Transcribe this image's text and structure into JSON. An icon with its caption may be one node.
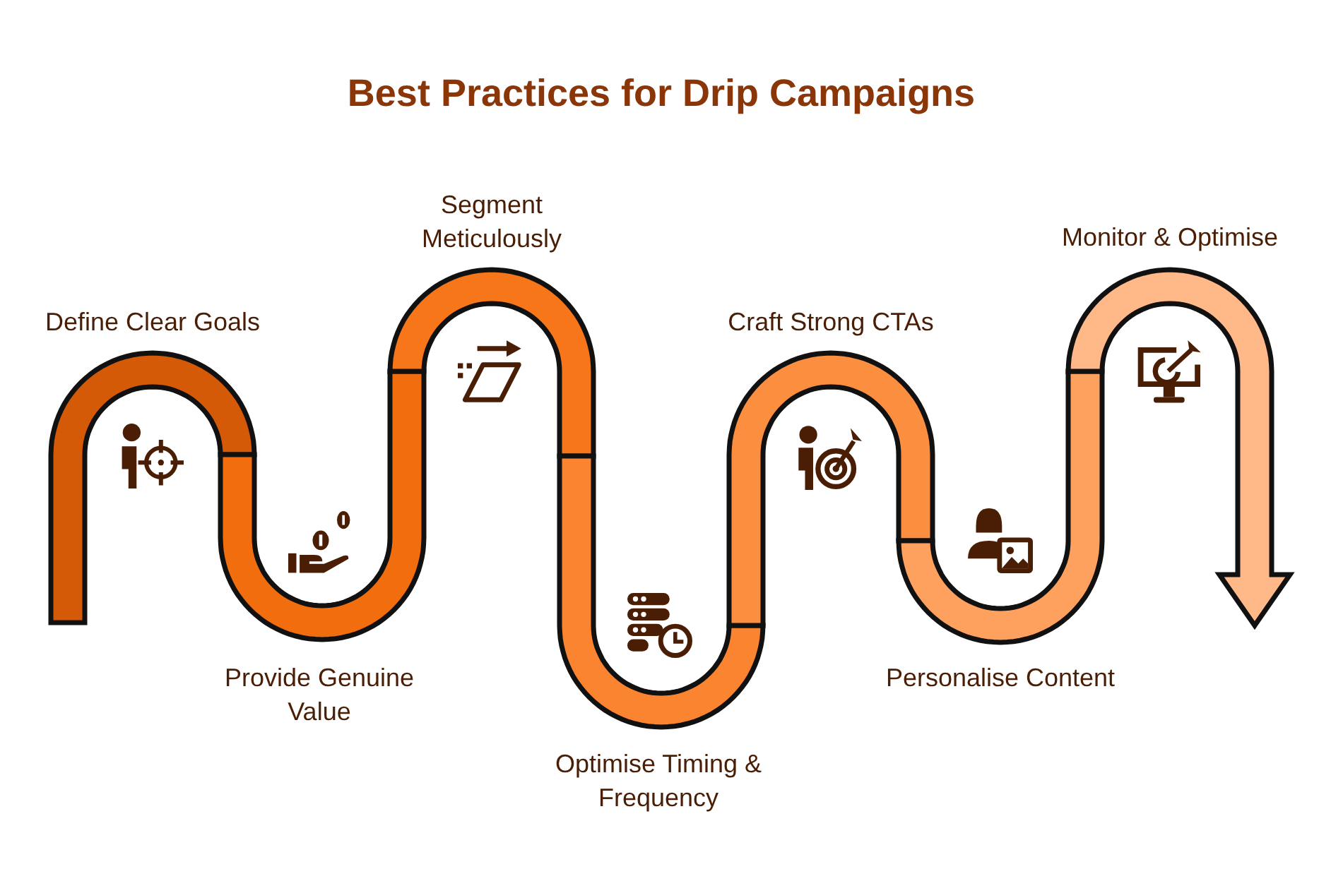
{
  "diagram": {
    "title": "Best Practices for Drip Campaigns",
    "nodes": [
      {
        "text": [],
        "shape": "band",
        "beside": [
          "Define Clear Goals"
        ]
      },
      {
        "text": [],
        "shape": "band",
        "beside": [
          "Provide Genuine Value"
        ]
      },
      {
        "text": [],
        "shape": "band",
        "beside": [
          "Segment Meticulously"
        ]
      },
      {
        "text": [],
        "shape": "band",
        "beside": [
          "Optimise Timing & Frequency"
        ]
      },
      {
        "text": [],
        "shape": "band",
        "beside": [
          "Craft Strong CTAs"
        ]
      },
      {
        "text": [],
        "shape": "band",
        "beside": [
          "Personalise Content"
        ]
      },
      {
        "text": [],
        "shape": "arrow",
        "beside": [
          "Monitor & Optimise"
        ]
      }
    ]
  }
}
